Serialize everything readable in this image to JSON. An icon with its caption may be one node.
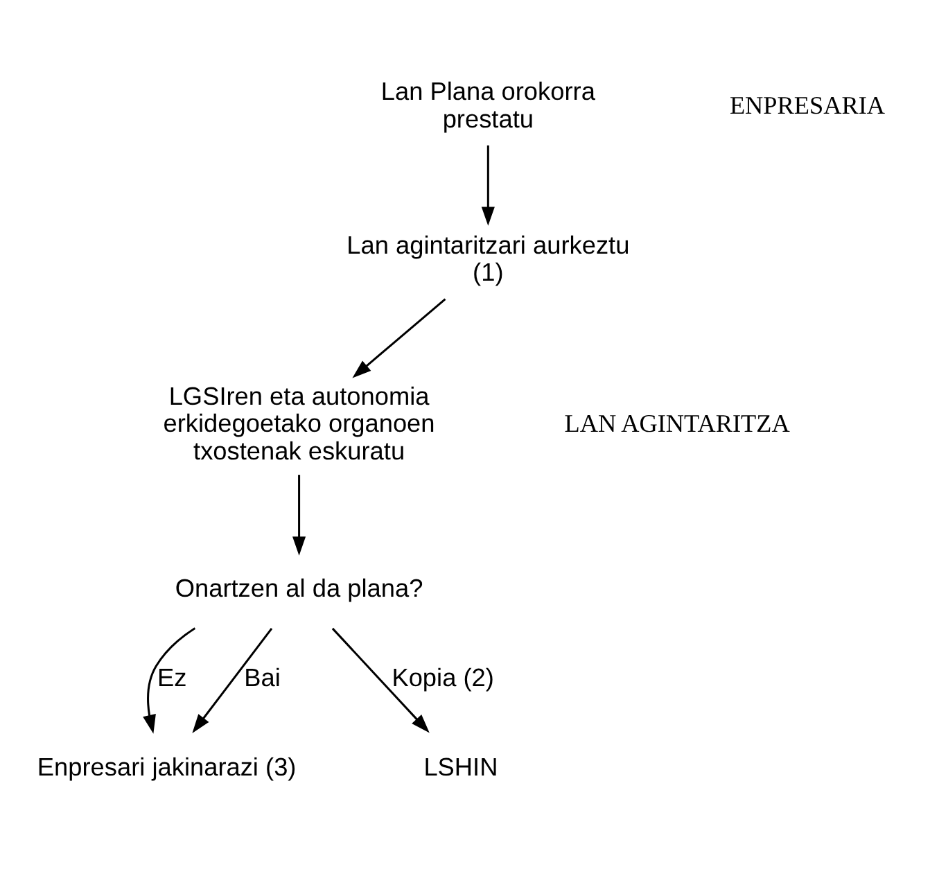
{
  "diagram": {
    "nodes": [
      {
        "text": [
          "Lan Plana orokorra prestatu"
        ]
      },
      {
        "text": [
          "Lan agintaritzari aurkeztu (1)"
        ]
      },
      {
        "text": [
          "LGSIren eta autonomia erkidegoetako organoen txostenak eskuratu"
        ]
      },
      {
        "text": [
          "Onartzen al da plana?"
        ]
      },
      {
        "text": [
          "Enpresari jakinarazi (3)"
        ]
      },
      {
        "text": [
          "LSHIN"
        ]
      }
    ],
    "edges": [
      {
        "from": 0,
        "to": 1,
        "arrow": "to"
      },
      {
        "from": 1,
        "to": 2,
        "arrow": "to"
      },
      {
        "from": 2,
        "to": 3,
        "arrow": "to"
      },
      {
        "from": 3,
        "to": 4,
        "arrow": "to",
        "label": "Ez"
      },
      {
        "from": 3,
        "to": 4,
        "arrow": "to",
        "label": "Bai"
      },
      {
        "from": 3,
        "to": 5,
        "arrow": "to",
        "label": "Kopia (2)"
      }
    ],
    "labels": [
      "ENPRESARIA",
      "LAN AGINTARITZA"
    ]
  }
}
